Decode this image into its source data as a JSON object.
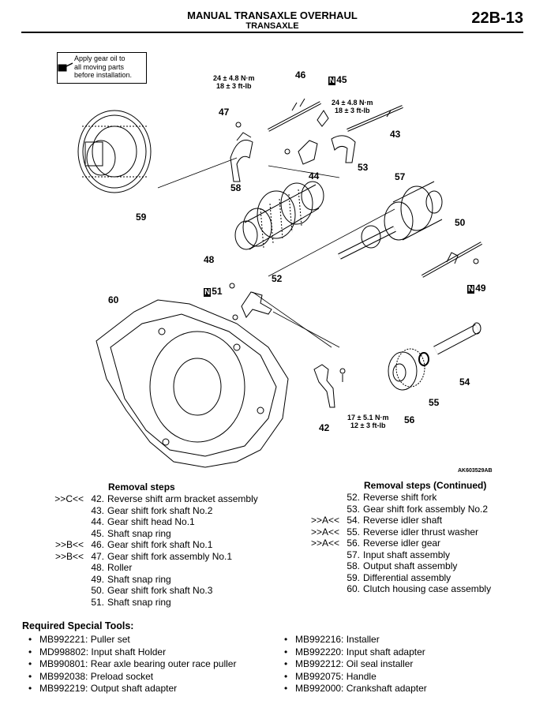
{
  "header": {
    "title": "MANUAL TRANSAXLE OVERHAUL",
    "subtitle": "TRANSAXLE",
    "page": "22B-13"
  },
  "figure": {
    "note_lines": [
      "Apply gear oil to",
      "all moving parts",
      "before installation."
    ],
    "torque_top_left": [
      "24 ± 4.8 N·m",
      "18 ± 3 ft-lb"
    ],
    "torque_top_right": [
      "24 ± 4.8 N·m",
      "18 ± 3 ft-lb"
    ],
    "torque_bottom": [
      "17 ± 5.1 N·m",
      "12 ± 3 ft-lb"
    ],
    "nbox_letter": "N",
    "labels": {
      "l42": "42",
      "l43": "43",
      "l44": "44",
      "l45": "45",
      "l46": "46",
      "l47": "47",
      "l48": "48",
      "l49": "49",
      "l50": "50",
      "l51": "51",
      "l52": "52",
      "l53": "53",
      "l54": "54",
      "l55": "55",
      "l56": "56",
      "l57": "57",
      "l58": "58",
      "l59": "59",
      "l60": "60"
    },
    "code": "AK603529AB"
  },
  "removal_left": {
    "title": "Removal steps",
    "steps": [
      {
        "mark": ">>C<<",
        "num": "42.",
        "text": "Reverse shift arm bracket assembly"
      },
      {
        "mark": "",
        "num": "43.",
        "text": "Gear shift fork shaft No.2"
      },
      {
        "mark": "",
        "num": "44.",
        "text": "Gear shift head No.1"
      },
      {
        "mark": "",
        "num": "45.",
        "text": "Shaft snap ring"
      },
      {
        "mark": ">>B<<",
        "num": "46.",
        "text": "Gear shift fork shaft No.1"
      },
      {
        "mark": ">>B<<",
        "num": "47.",
        "text": "Gear shift fork assembly No.1"
      },
      {
        "mark": "",
        "num": "48.",
        "text": "Roller"
      },
      {
        "mark": "",
        "num": "49.",
        "text": "Shaft snap ring"
      },
      {
        "mark": "",
        "num": "50.",
        "text": "Gear shift fork shaft No.3"
      },
      {
        "mark": "",
        "num": "51.",
        "text": "Shaft snap ring"
      }
    ]
  },
  "removal_right": {
    "title": "Removal steps (Continued)",
    "steps": [
      {
        "mark": "",
        "num": "52.",
        "text": "Reverse shift fork"
      },
      {
        "mark": "",
        "num": "53.",
        "text": "Gear shift fork assembly No.2"
      },
      {
        "mark": ">>A<<",
        "num": "54.",
        "text": "Reverse idler shaft"
      },
      {
        "mark": ">>A<<",
        "num": "55.",
        "text": "Reverse idler thrust washer"
      },
      {
        "mark": ">>A<<",
        "num": "56.",
        "text": "Reverse idler gear"
      },
      {
        "mark": "",
        "num": "57.",
        "text": "Input shaft assembly"
      },
      {
        "mark": "",
        "num": "58.",
        "text": "Output shaft assembly"
      },
      {
        "mark": "",
        "num": "59.",
        "text": "Differential assembly"
      },
      {
        "mark": "",
        "num": "60.",
        "text": "Clutch housing case assembly"
      }
    ]
  },
  "tools": {
    "title": "Required Special Tools:",
    "bullet": "•",
    "left": [
      "MB992221: Puller set",
      "MD998802: Input shaft Holder",
      "MB990801: Rear axle bearing outer race puller",
      "MB992038: Preload socket",
      "MB992219: Output shaft adapter"
    ],
    "right": [
      "MB992216: Installer",
      "MB992220: Input shaft adapter",
      "MB992212: Oil seal installer",
      "MB992075: Handle",
      "MB992000: Crankshaft adapter"
    ]
  }
}
